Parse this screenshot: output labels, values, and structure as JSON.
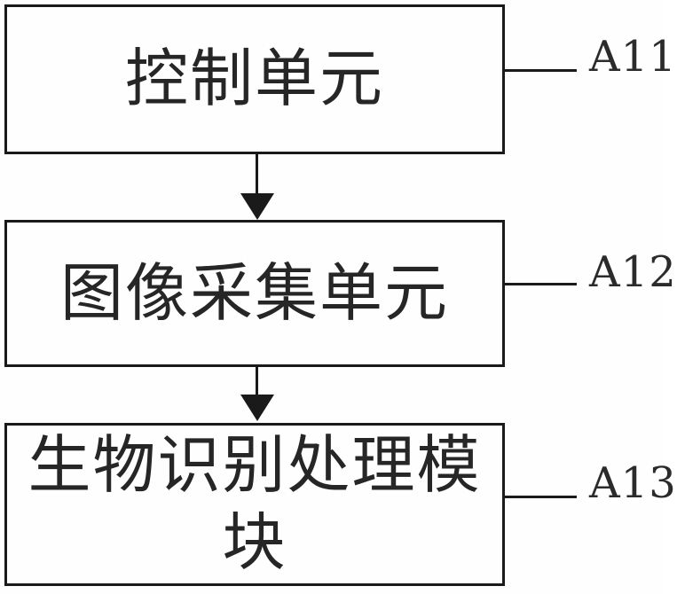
{
  "figure": {
    "type": "block-diagram",
    "background_color": "#fefefe",
    "line_color": "#1a1a1a",
    "nodes": [
      {
        "text": "控制单元",
        "ref_label": "A11"
      },
      {
        "text": "图像采集单元",
        "ref_label": "A12"
      },
      {
        "text": "生物识别处理模块",
        "ref_label": "A13"
      }
    ],
    "connections": [
      {
        "from": "控制单元",
        "to": "图像采集单元",
        "style": "arrow-down"
      },
      {
        "from": "图像采集单元",
        "to": "生物识别处理模块",
        "style": "arrow-down"
      }
    ]
  }
}
